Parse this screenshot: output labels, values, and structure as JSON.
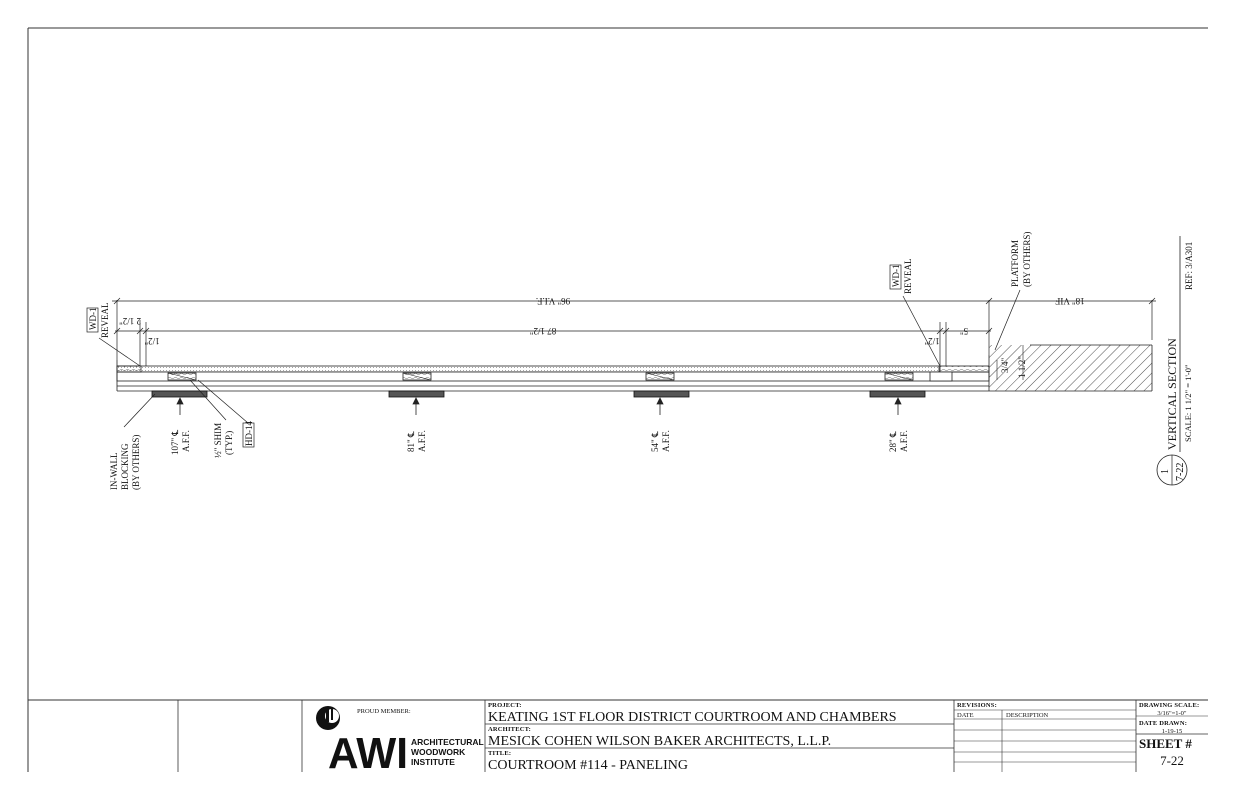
{
  "drawing": {
    "labels": {
      "wd1_tag_left": "WD-1",
      "reveal_left": "REVEAL",
      "wd1_tag_right": "WD-1",
      "reveal_right": "REVEAL",
      "platform_line1": "PLATFORM",
      "platform_line2": "(BY OTHERS)",
      "ref": "REF: 3/A301",
      "blocking_line1": "IN-WALL",
      "blocking_line2": "BLOCKING",
      "blocking_line3": "(BY OTHERS)",
      "shim_line1": "½\" SHIM",
      "shim_line2": "(TYP.)",
      "hd14_tag": "HD-14",
      "aff": "A.F.F."
    },
    "dimensions": {
      "overall": "96\" V.I.F.",
      "inner": "87 1/2\"",
      "left_2half": "2 1/2\"",
      "left_half": "1/2\"",
      "right_half": "1/2\"",
      "right_5": "5\"",
      "right_18": "18\" VIF",
      "d_3_4": "3/4\"",
      "d_1half": "1 1/2\""
    },
    "elevations": [
      "107\" ℄",
      "81\" ℄",
      "54\" ℄",
      "28\" ℄"
    ],
    "section": {
      "title": "VERTICAL SECTION",
      "scale": "SCALE: 1 1/2\" = 1'-0\"",
      "number": "1",
      "sheet_ref": "7-22"
    }
  },
  "title_block": {
    "proud_member": "PROUD MEMBER:",
    "awi_logo": "AWI",
    "awi_line1": "ARCHITECTURAL",
    "awi_line2": "WOODWORK",
    "awi_line3": "INSTITUTE",
    "project_label": "PROJECT:",
    "project_value": "KEATING 1ST FLOOR DISTRICT COURTROOM AND CHAMBERS",
    "architect_label": "ARCHITECT:",
    "architect_value": "MESICK COHEN WILSON BAKER ARCHITECTS, L.L.P.",
    "title_label": "TITLE:",
    "title_value": "COURTROOM #114 - PANELING",
    "revisions_label": "REVISIONS:",
    "date_col": "DATE",
    "description_col": "DESCRIPTION",
    "scale_label": "DRAWING SCALE:",
    "scale_value": "3/16\"=1-0\"",
    "date_drawn_label": "DATE DRAWN:",
    "date_drawn_value": "1-19-15",
    "sheet_label": "SHEET #",
    "sheet_value": "7-22"
  }
}
